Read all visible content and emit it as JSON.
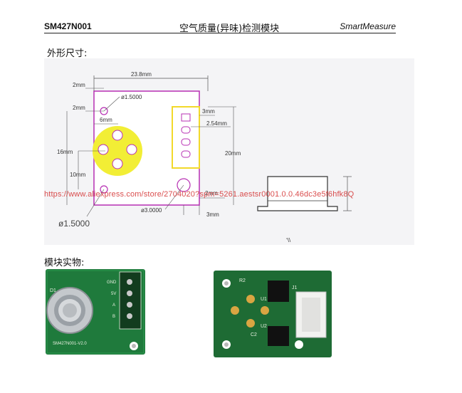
{
  "header": {
    "model": "SM427N001",
    "title": "空气质量(异味)检测模块",
    "brand": "SmartMeasure"
  },
  "sections": {
    "dimensions": "外形尺寸:",
    "photos": "模块实物:"
  },
  "drawing": {
    "width_label": "23.8mm",
    "height_label": "20mm",
    "top_margin_1": "2mm",
    "top_margin_2": "2mm",
    "hole_top": "ø1.5000",
    "hole_bottom_big": "ø1.5000",
    "hole_pcb": "ø3.0000",
    "sensor_offset": "6mm",
    "left_height": "16mm",
    "left_lower": "10mm",
    "pin_offset": "3mm",
    "pin_pitch": "2.54mm",
    "bottom_right_v": "2mm",
    "bottom_right_h": "3mm",
    "small_mark": "ʻ\\\\"
  },
  "watermark": "https://www.aliexpress.com/store/2704020?spm=5261.aestsr0001.0.0.46dc3e5f6hfk8Q",
  "photo_front": {
    "pin_labels": [
      "GND",
      "5V",
      "A",
      "B"
    ],
    "sensor_label": "D1",
    "board_label": "SM427N001-V2.0"
  },
  "photo_back": {
    "labels": [
      "R2",
      "U1",
      "J1",
      "C2",
      "U2"
    ]
  },
  "colors": {
    "pcb_green": "#1f7a3c",
    "sensor_yellow": "#f2ee35",
    "watermark_red": "#d63b3b"
  }
}
